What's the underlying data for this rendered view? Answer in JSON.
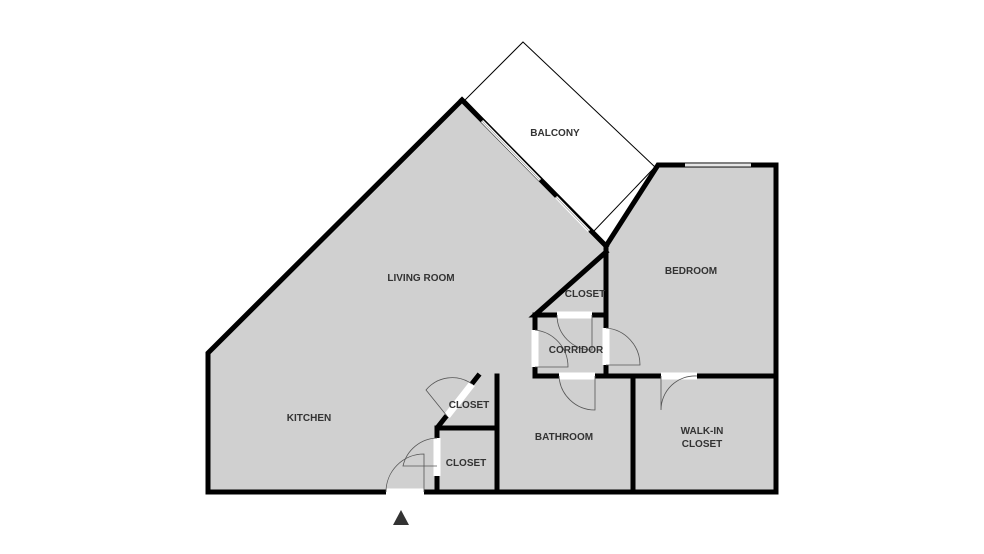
{
  "rooms": {
    "balcony": "BALCONY",
    "living_room": "LIVING ROOM",
    "bedroom": "BEDROOM",
    "closet_upper": "CLOSET",
    "corridor": "CORRIDOR",
    "kitchen": "KITCHEN",
    "closet_middle": "CLOSET",
    "closet_lower": "CLOSET",
    "bathroom": "BATHROOM",
    "walk_in_closet_line1": "WALK-IN",
    "walk_in_closet_line2": "CLOSET"
  },
  "colors": {
    "floor": "#d0d0d0",
    "wall": "#000000"
  },
  "icons": {
    "entrance": "entrance-triangle-icon"
  }
}
